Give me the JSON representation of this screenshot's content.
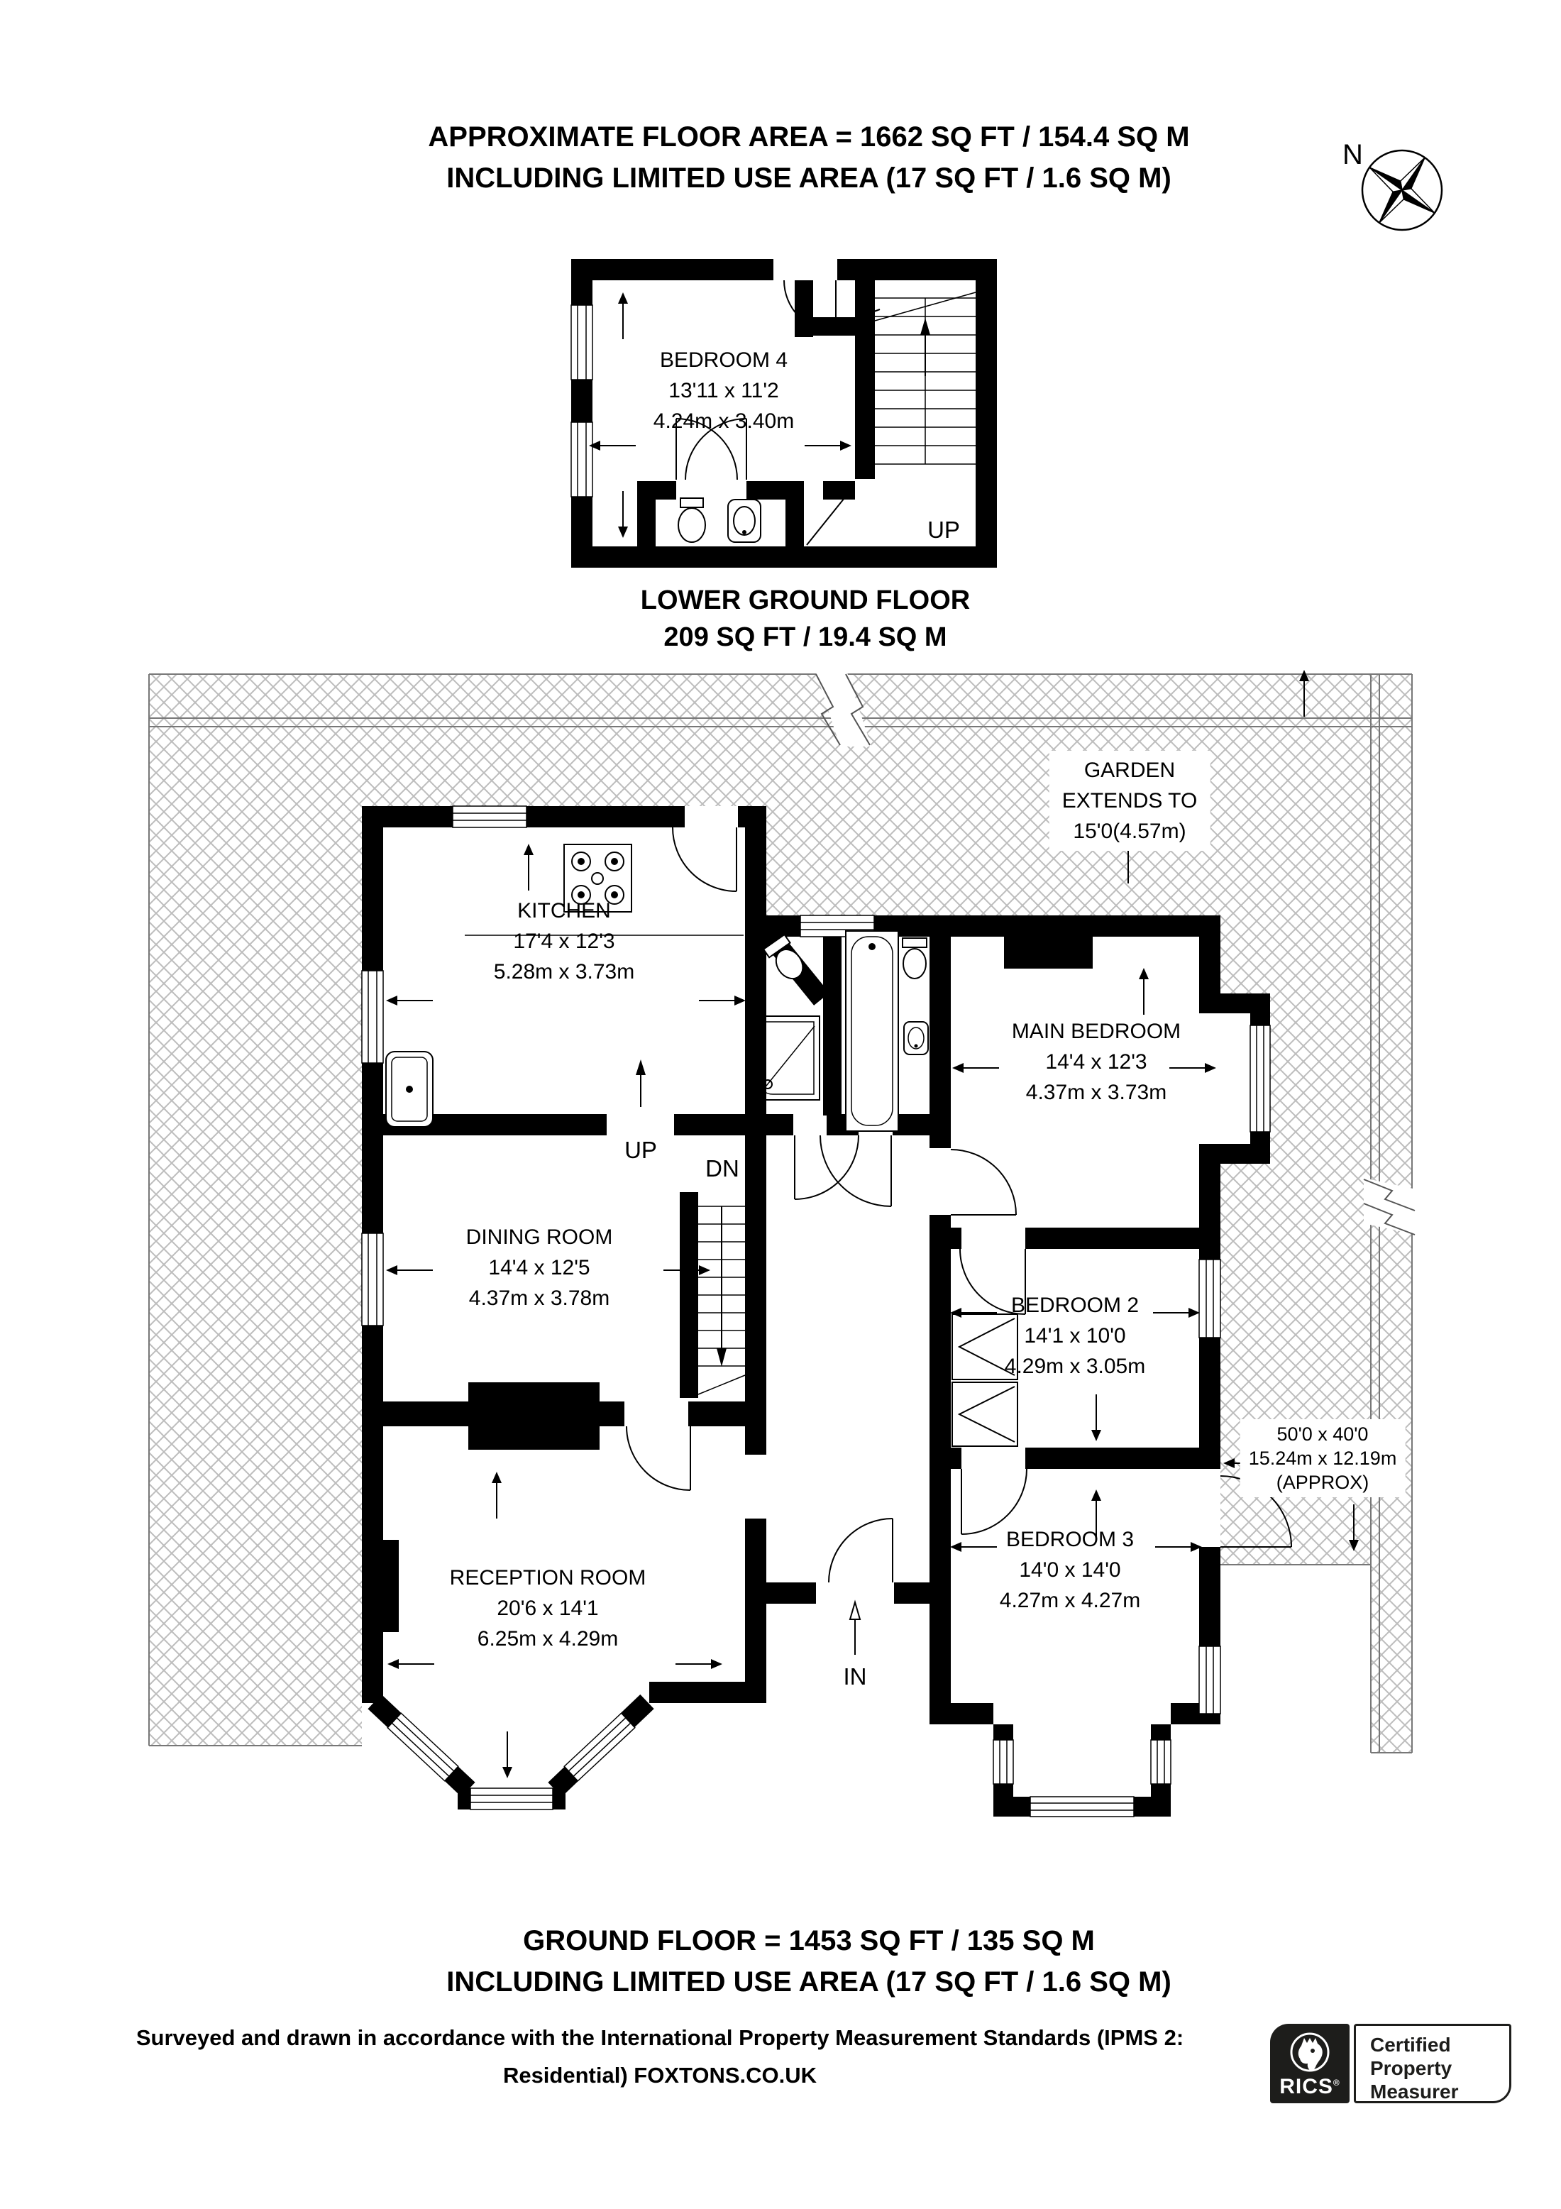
{
  "header": {
    "line1": "APPROXIMATE FLOOR AREA = 1662 SQ FT / 154.4 SQ M",
    "line2": "INCLUDING LIMITED USE AREA (17 SQ FT / 1.6 SQ M)"
  },
  "compass": {
    "north_label": "N"
  },
  "lower_ground_floor": {
    "title_line1": "LOWER GROUND FLOOR",
    "title_line2": "209 SQ FT / 19.4 SQ M",
    "stairs_label": "UP",
    "rooms": [
      {
        "name": "BEDROOM 4",
        "dims_imperial": "13'11 x 11'2",
        "dims_metric": "4.24m x 3.40m"
      }
    ]
  },
  "ground_floor": {
    "title_line1": "GROUND FLOOR = 1453 SQ FT / 135 SQ M",
    "title_line2": "INCLUDING LIMITED USE AREA (17 SQ FT / 1.6 SQ M)",
    "stairs_up_label": "UP",
    "stairs_down_label": "DN",
    "entrance_label": "IN",
    "garden_note": {
      "line1": "GARDEN",
      "line2": "EXTENDS TO",
      "line3": "15'0(4.57m)"
    },
    "garden_dims": {
      "line1": "50'0 x 40'0",
      "line2": "15.24m x 12.19m",
      "line3": "(APPROX)"
    },
    "rooms": [
      {
        "name": "KITCHEN",
        "dims_imperial": "17'4 x 12'3",
        "dims_metric": "5.28m x 3.73m"
      },
      {
        "name": "DINING ROOM",
        "dims_imperial": "14'4 x 12'5",
        "dims_metric": "4.37m x 3.78m"
      },
      {
        "name": "RECEPTION ROOM",
        "dims_imperial": "20'6 x 14'1",
        "dims_metric": "6.25m x 4.29m"
      },
      {
        "name": "MAIN BEDROOM",
        "dims_imperial": "14'4 x 12'3",
        "dims_metric": "4.37m x 3.73m"
      },
      {
        "name": "BEDROOM 2",
        "dims_imperial": "14'1 x 10'0",
        "dims_metric": "4.29m x 3.05m"
      },
      {
        "name": "BEDROOM 3",
        "dims_imperial": "14'0 x 14'0",
        "dims_metric": "4.27m x 4.27m"
      }
    ]
  },
  "footer": {
    "disclaimer_line1": "Surveyed and drawn in accordance with the International Property Measurement Standards (IPMS 2:",
    "disclaimer_line2": "Residential) FOXTONS.CO.UK",
    "rics_badge": {
      "brand": "RICS",
      "reg": "®",
      "line1": "Certified",
      "line2": "Property",
      "line3": "Measurer"
    }
  },
  "colors": {
    "wall": "#000000",
    "garden_hatch": "#bdbdbd",
    "boundary": "#777777"
  }
}
